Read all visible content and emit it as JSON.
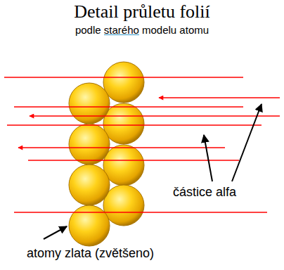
{
  "diagram": {
    "title": "Detail průletu folií",
    "labels": [
      "podle starého modelu atomu",
      "částice alfa",
      "atomy zlata (zvětšeno)"
    ]
  }
}
